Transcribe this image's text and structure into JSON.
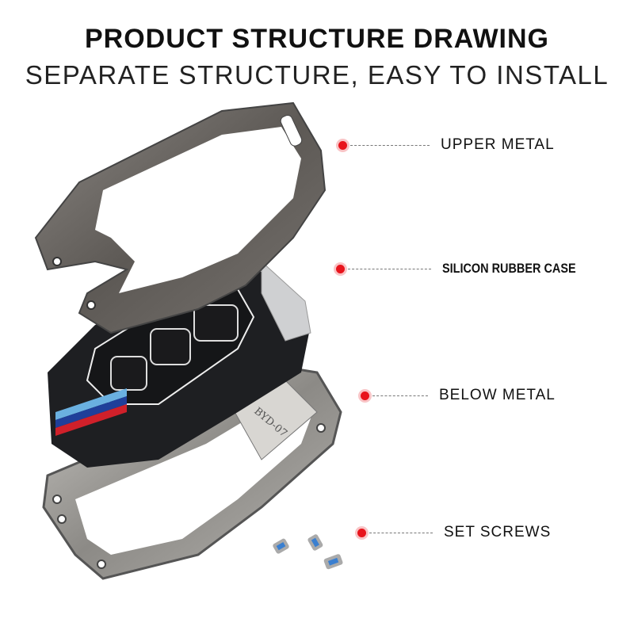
{
  "header": {
    "title": "PRODUCT STRUCTURE DRAWING",
    "subtitle": "SEPARATE STRUCTURE, EASY TO INSTALL"
  },
  "callouts": [
    {
      "label": "UPPER METAL"
    },
    {
      "label": "SILICON RUBBER CASE"
    },
    {
      "label": "BELOW METAL"
    },
    {
      "label": "SET SCREWS"
    }
  ],
  "product": {
    "engraving": "BYD-07"
  },
  "colors": {
    "accent_dot": "#e8141c",
    "upper_metal": "#6e6a66",
    "rubber": "#1e1f22",
    "stripe_light_blue": "#6ab0e0",
    "stripe_blue": "#1f3f9a",
    "stripe_red": "#d0202a"
  }
}
